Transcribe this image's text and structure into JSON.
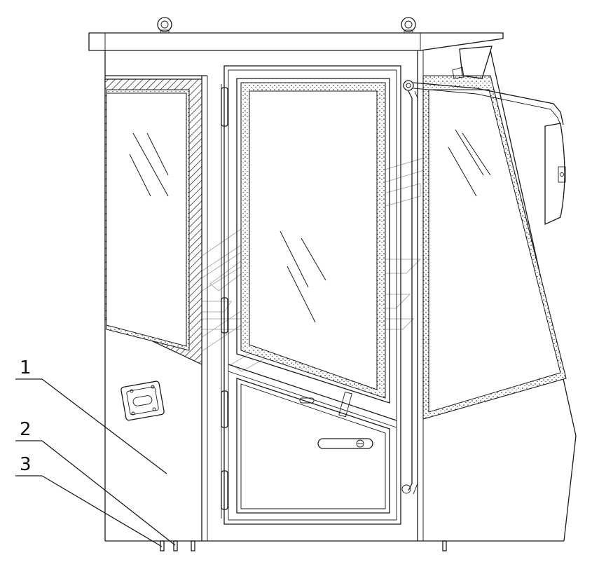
{
  "callouts": [
    {
      "id": "1",
      "text": "1"
    },
    {
      "id": "2",
      "text": "2"
    },
    {
      "id": "3",
      "text": "3"
    }
  ],
  "colors": {
    "line": "#1a1a1a",
    "watermark": "#b0b0b0",
    "background": "#ffffff"
  }
}
